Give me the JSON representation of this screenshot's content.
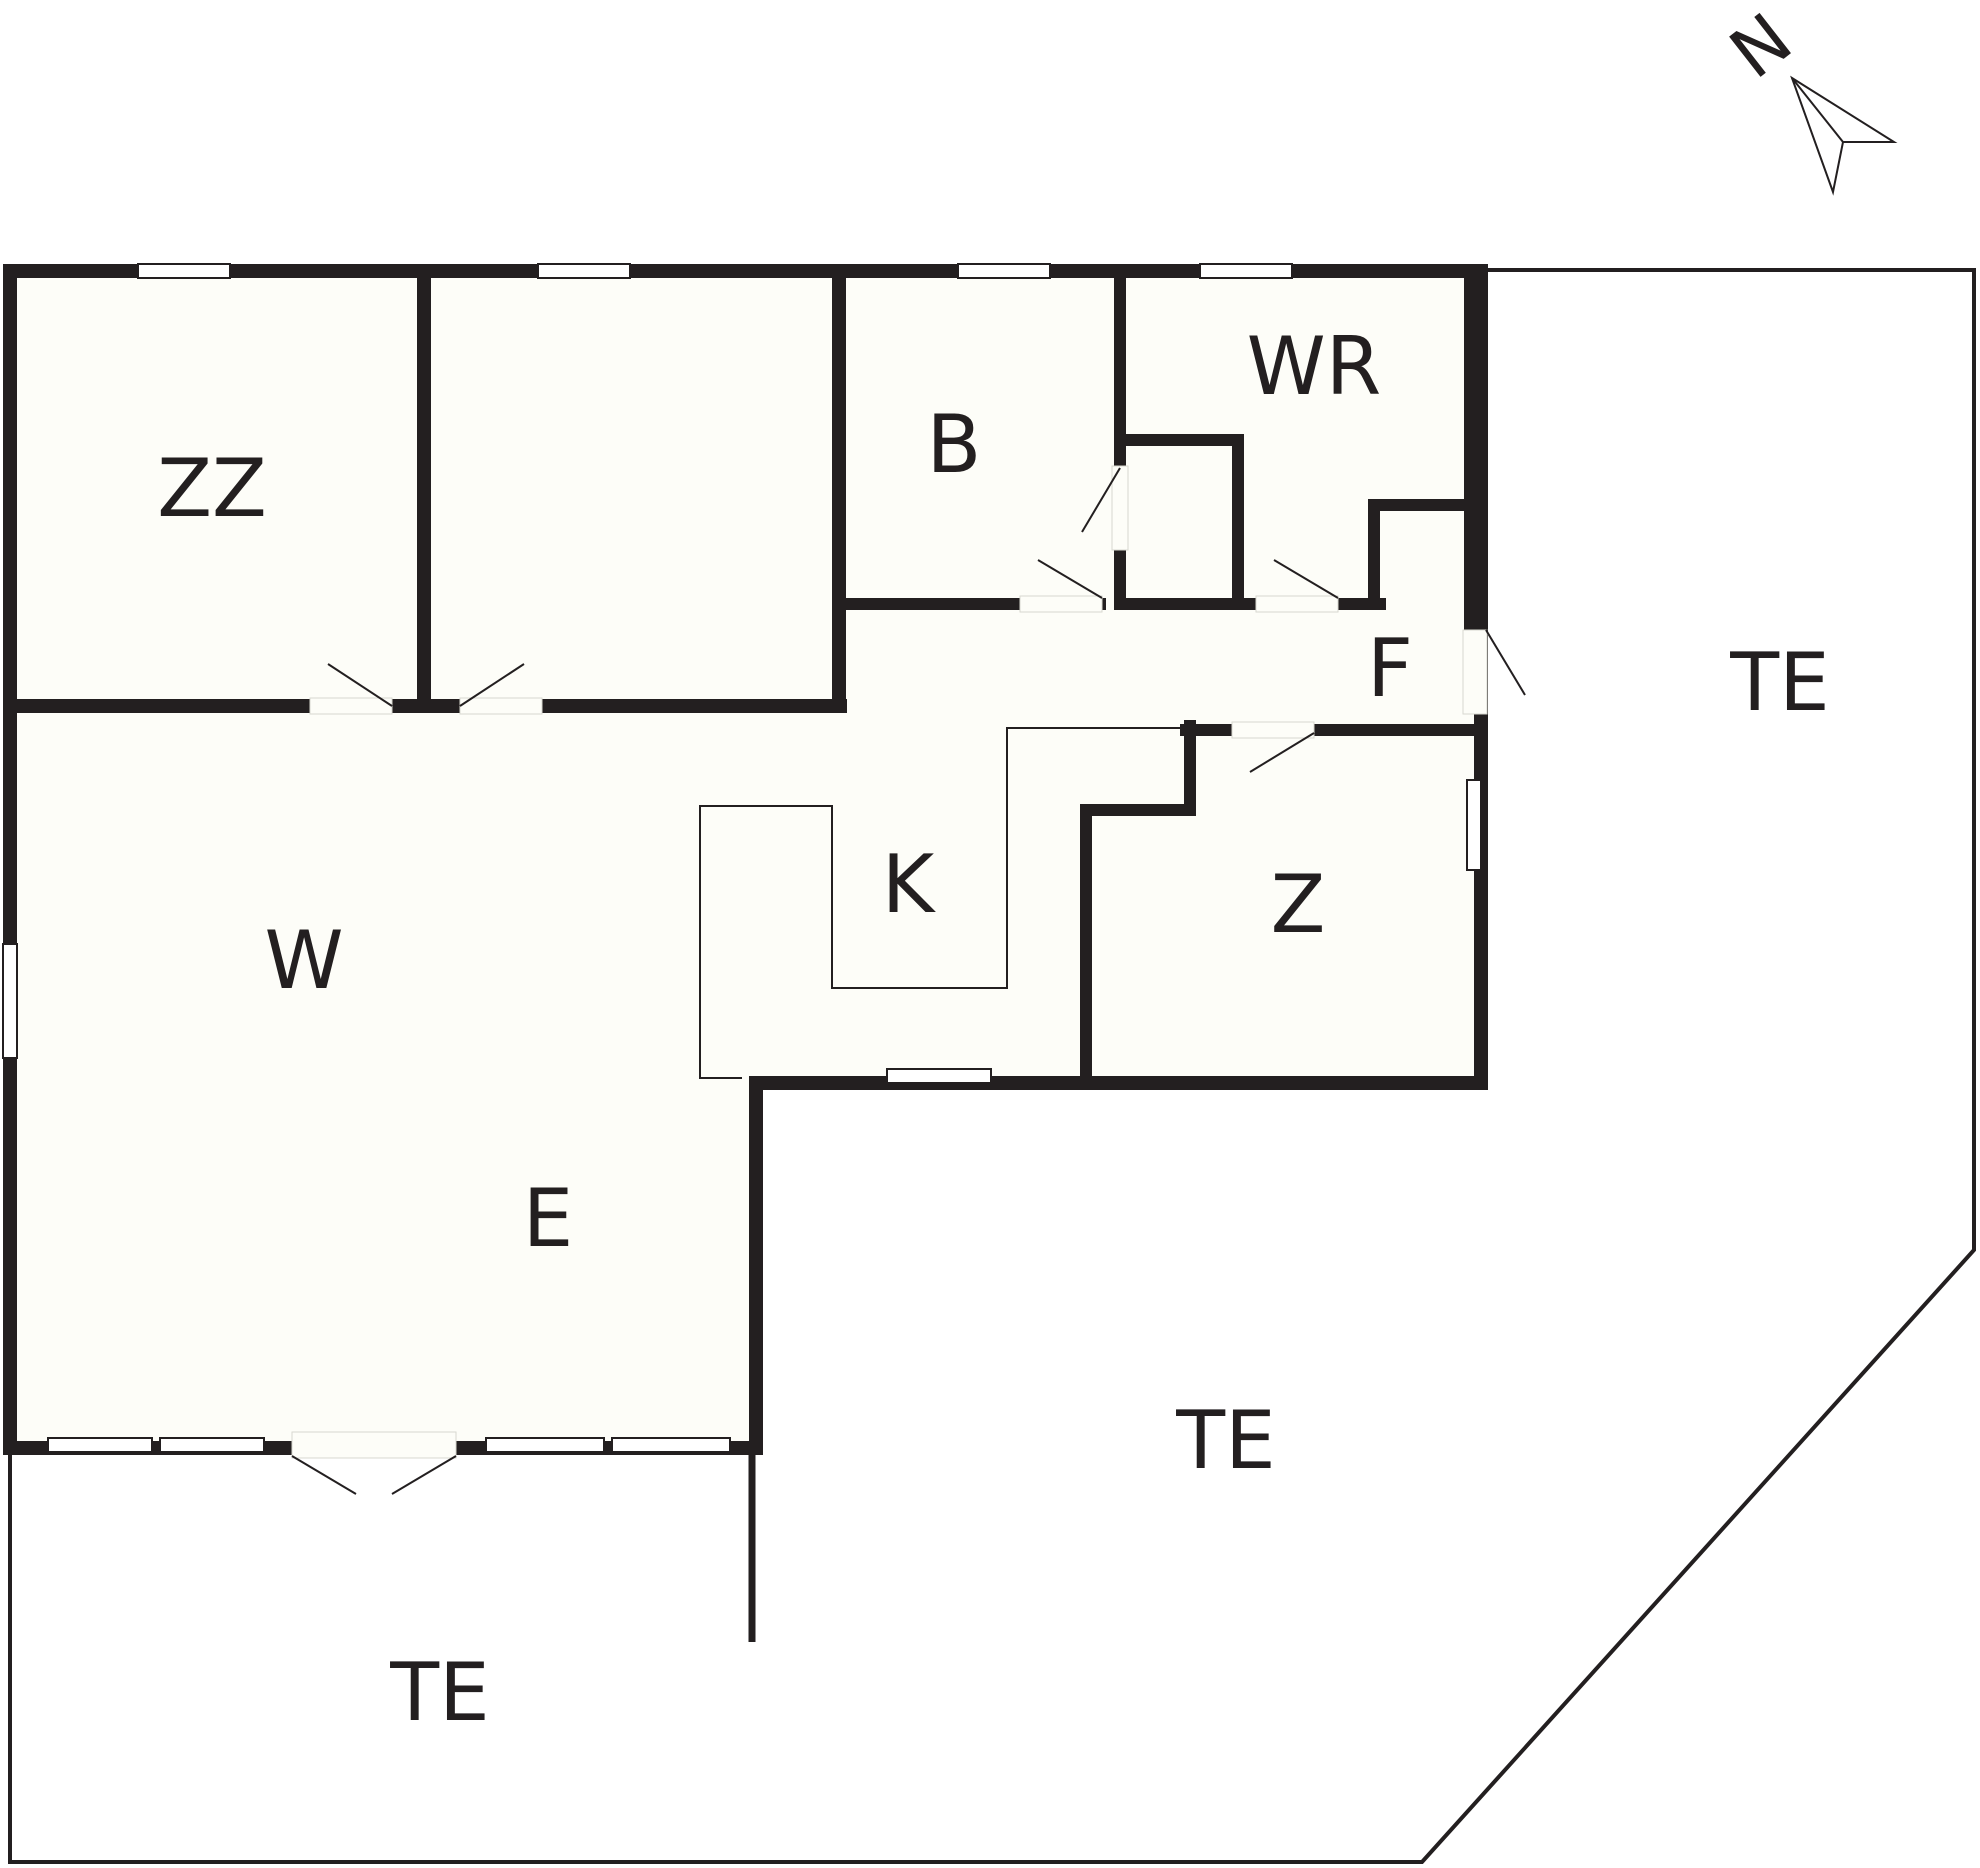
{
  "plan": {
    "colors": {
      "floor": "#fdfdf8",
      "wall": "#231f20",
      "background": "#ffffff"
    },
    "compass_letter": "N",
    "rooms": {
      "zz": "ZZ",
      "b": "B",
      "wr": "WR",
      "f": "F",
      "k": "K",
      "z": "Z",
      "w": "W",
      "e": "E",
      "te_east": "TE",
      "te_south": "TE",
      "te_southwest": "TE"
    }
  }
}
